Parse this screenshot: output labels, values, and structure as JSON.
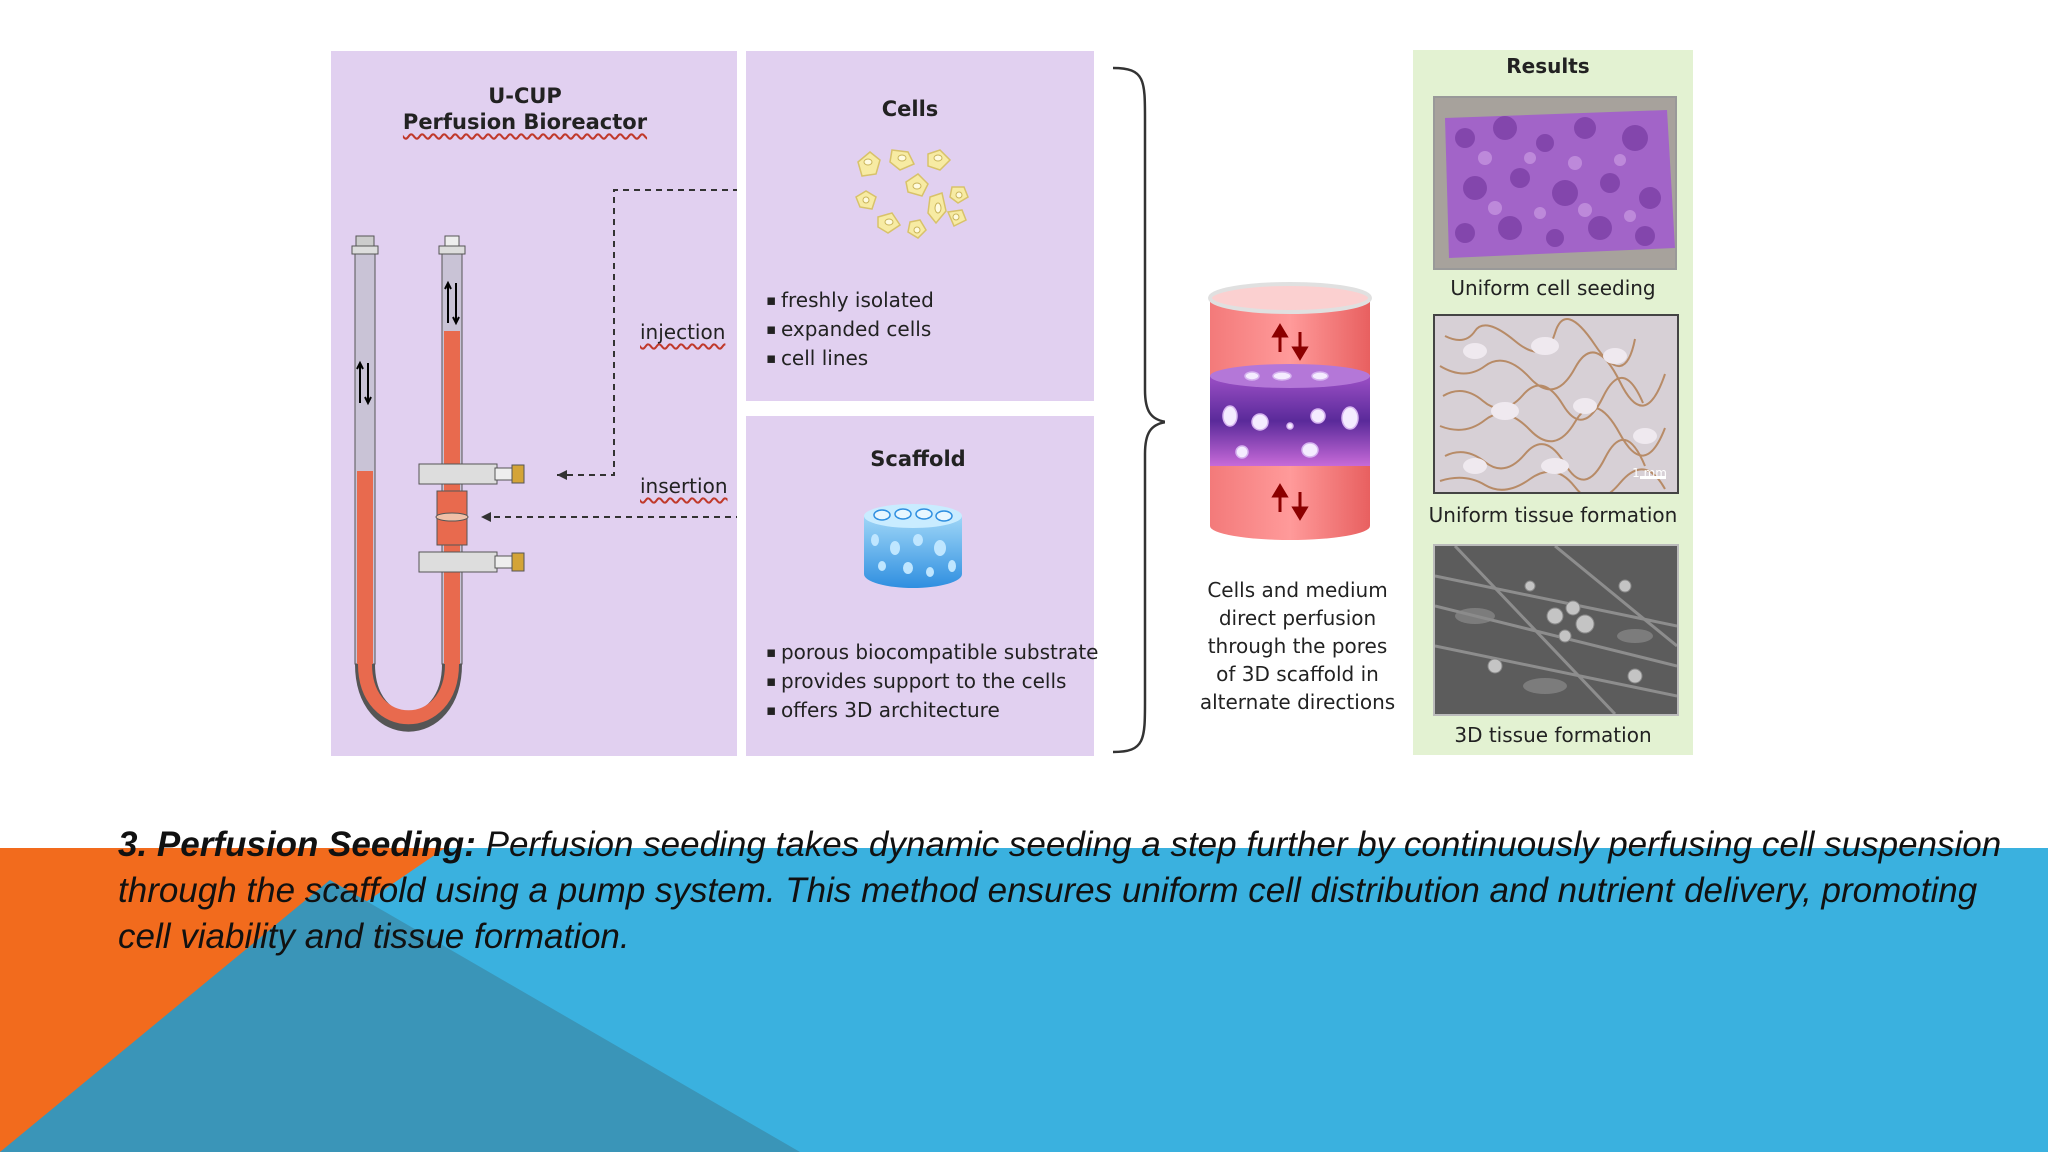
{
  "figure": {
    "bioreactor": {
      "title_line1": "U-CUP",
      "title_line2": "Perfusion Bioreactor"
    },
    "arrows": {
      "injection_label": "injection",
      "insertion_label": "insertion"
    },
    "cells": {
      "title": "Cells",
      "items": [
        "freshly isolated",
        "expanded cells",
        "cell lines"
      ]
    },
    "scaffold": {
      "title": "Scaffold",
      "items": [
        "porous biocompatible substrate",
        "provides support to the cells",
        "offers 3D architecture"
      ]
    },
    "perfusion_caption": [
      "Cells and medium",
      "direct perfusion",
      "through the pores",
      "of 3D scaffold in",
      "alternate directions"
    ],
    "results": {
      "title": "Results",
      "items": [
        {
          "label": "Uniform cell seeding"
        },
        {
          "label": "Uniform tissue formation",
          "scale_bar": "1 mm"
        },
        {
          "label": "3D tissue formation"
        }
      ]
    }
  },
  "caption": {
    "heading": "3. Perfusion Seeding:",
    "body": "Perfusion seeding takes dynamic seeding a step further by continuously perfusing cell suspension through the scaffold using a pump system. This method ensures uniform cell distribution and nutrient delivery, promoting cell viability and tissue formation."
  },
  "colors": {
    "orange": "#f26b1d",
    "blue": "#3ab1df",
    "dark_blue": "#3a95b8",
    "lavender": "#e1d0f0",
    "results_green": "#e3f2d2",
    "medium_red": "#e86a4e"
  }
}
